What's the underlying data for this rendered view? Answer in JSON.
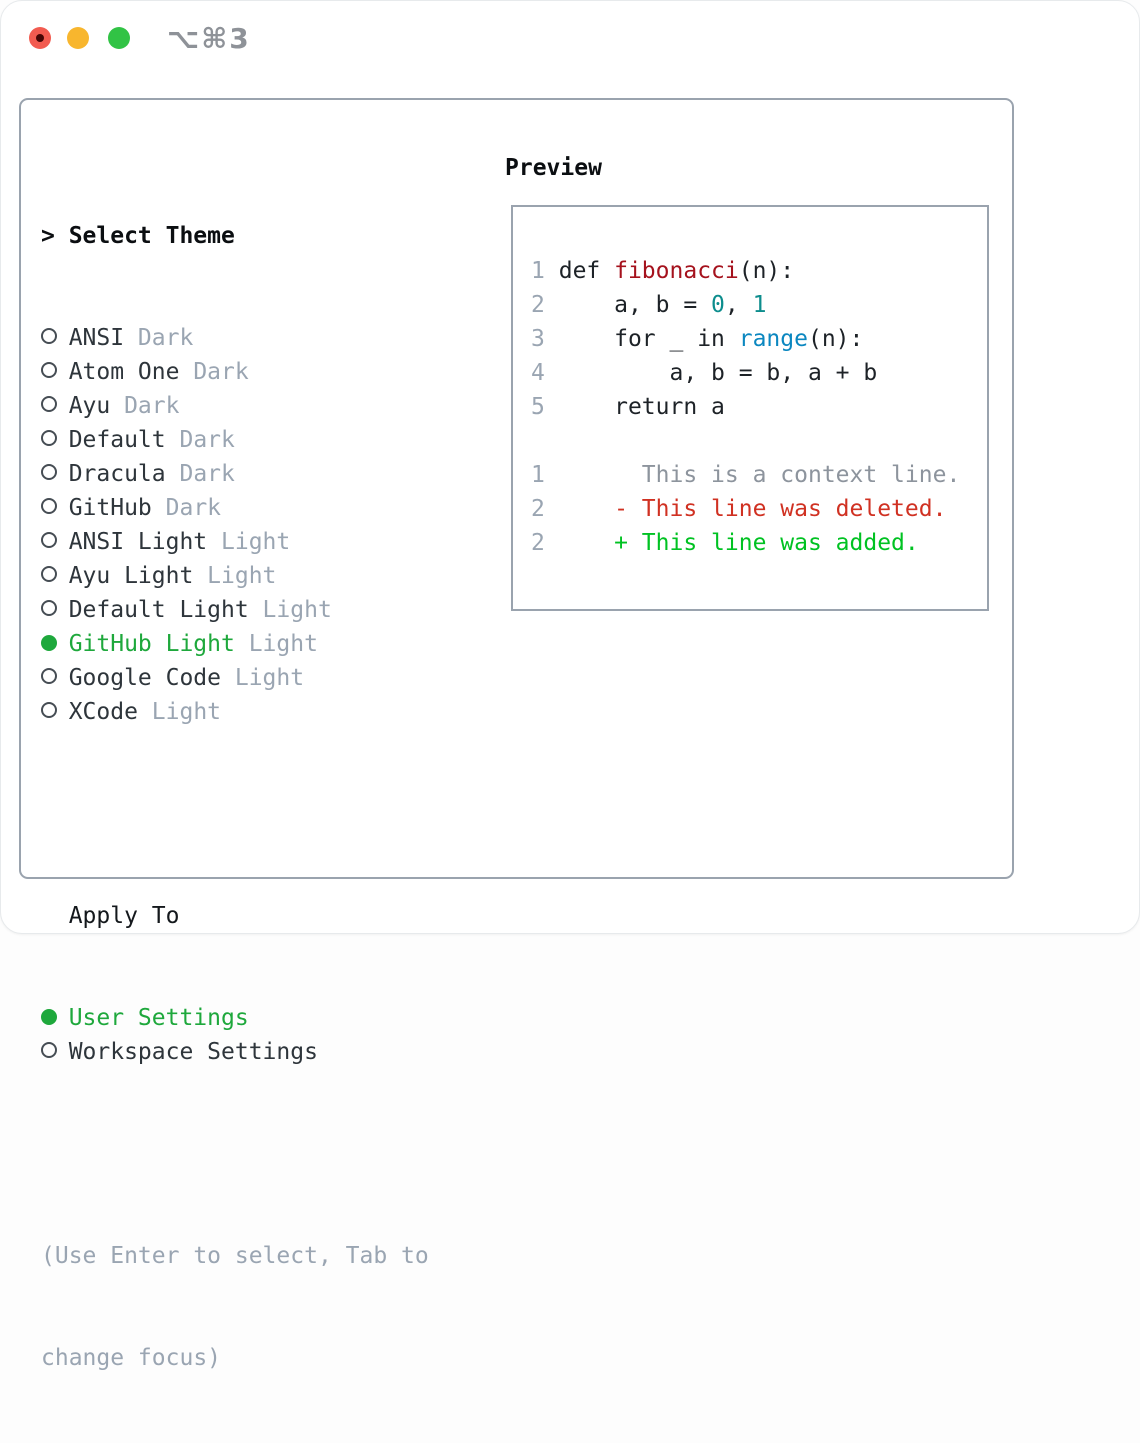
{
  "window": {
    "title": "⌥⌘3",
    "traffic_lights": [
      "close",
      "minimize",
      "zoom"
    ]
  },
  "theme_picker": {
    "header_prefix": ">",
    "header": "Select Theme",
    "themes": [
      {
        "name": "ANSI",
        "tag": "Dark",
        "selected": false
      },
      {
        "name": "Atom One",
        "tag": "Dark",
        "selected": false
      },
      {
        "name": "Ayu",
        "tag": "Dark",
        "selected": false
      },
      {
        "name": "Default",
        "tag": "Dark",
        "selected": false
      },
      {
        "name": "Dracula",
        "tag": "Dark",
        "selected": false
      },
      {
        "name": "GitHub",
        "tag": "Dark",
        "selected": false
      },
      {
        "name": "ANSI Light",
        "tag": "Light",
        "selected": false
      },
      {
        "name": "Ayu Light",
        "tag": "Light",
        "selected": false
      },
      {
        "name": "Default Light",
        "tag": "Light",
        "selected": false
      },
      {
        "name": "GitHub Light",
        "tag": "Light",
        "selected": true
      },
      {
        "name": "Google Code",
        "tag": "Light",
        "selected": false
      },
      {
        "name": "XCode",
        "tag": "Light",
        "selected": false
      }
    ],
    "apply_to": {
      "header": "Apply To",
      "options": [
        {
          "label": "User Settings",
          "selected": true
        },
        {
          "label": "Workspace Settings",
          "selected": false
        }
      ]
    },
    "help_lines": [
      "(Use Enter to select, Tab to",
      "change focus)"
    ]
  },
  "preview": {
    "header": "Preview",
    "code_lines": [
      {
        "num": "1",
        "segments": [
          {
            "t": "def ",
            "c": "plain"
          },
          {
            "t": "fibonacci",
            "c": "function"
          },
          {
            "t": "(n):",
            "c": "plain"
          }
        ]
      },
      {
        "num": "2",
        "segments": [
          {
            "t": "    a, b = ",
            "c": "plain"
          },
          {
            "t": "0",
            "c": "number"
          },
          {
            "t": ", ",
            "c": "plain"
          },
          {
            "t": "1",
            "c": "number"
          }
        ]
      },
      {
        "num": "3",
        "segments": [
          {
            "t": "    for _ in ",
            "c": "plain"
          },
          {
            "t": "range",
            "c": "builtin"
          },
          {
            "t": "(n):",
            "c": "plain"
          }
        ]
      },
      {
        "num": "4",
        "segments": [
          {
            "t": "        a, b = b, a + b",
            "c": "plain"
          }
        ]
      },
      {
        "num": "5",
        "segments": [
          {
            "t": "    return a",
            "c": "plain"
          }
        ]
      },
      {
        "num": "",
        "segments": []
      },
      {
        "num": "1",
        "segments": [
          {
            "t": "      This is a context line.",
            "c": "context"
          }
        ]
      },
      {
        "num": "2",
        "segments": [
          {
            "t": "    - This line was deleted.",
            "c": "deleted"
          }
        ]
      },
      {
        "num": "2",
        "segments": [
          {
            "t": "    + This line was added.",
            "c": "added"
          }
        ]
      }
    ]
  },
  "colors": {
    "panel_border": "#9aa3ae",
    "selected_green": "#1ea83c",
    "muted_gray": "#9aa5b2",
    "syntax_function_red": "#a5121d",
    "syntax_number_teal": "#0d8d8d",
    "syntax_builtin_blue": "#0b87c0",
    "diff_context_gray": "#8d949d",
    "diff_deleted_red": "#d03122",
    "diff_added_green": "#00c222",
    "traffic_red": "#f25b50",
    "traffic_yellow": "#f8b62e",
    "traffic_green": "#31c345"
  }
}
